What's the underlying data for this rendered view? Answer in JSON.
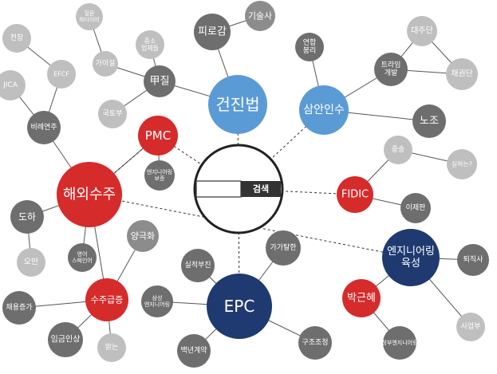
{
  "search": {
    "button_label": "검색",
    "value": ""
  },
  "colors": {
    "red": "#d62b2b",
    "dark_blue": "#1f3a70",
    "light_blue": "#5b9bd5",
    "dark_gray": "#6e6e6e",
    "mid_gray": "#8c8c8c",
    "light_gray": "#bfbfbf"
  },
  "nodes": [
    {
      "id": "geonjinbeop",
      "label": "건진법"
    },
    {
      "id": "samaninsu",
      "label": "삼안인수"
    },
    {
      "id": "pmc",
      "label": "PMC"
    },
    {
      "id": "haeoesuju",
      "label": "해외수주"
    },
    {
      "id": "fidic",
      "label": "FIDIC"
    },
    {
      "id": "epc",
      "label": "EPC"
    },
    {
      "id": "engineer",
      "label": "엔지니어링\n육성"
    },
    {
      "id": "sujugeupjeung",
      "label": "수주급증"
    },
    {
      "id": "bakgeunhye",
      "label": "박근혜"
    },
    {
      "id": "gapjil",
      "label": "甲질"
    },
    {
      "id": "piroshim",
      "label": "피로감"
    },
    {
      "id": "gisulsa",
      "label": "기술사"
    },
    {
      "id": "gukto",
      "label": "국토부"
    },
    {
      "id": "gaisul",
      "label": "가이설"
    },
    {
      "id": "jungsogeob",
      "label": "중소\n업체들"
    },
    {
      "id": "heol",
      "label": "헐뜯\n하다이어"
    },
    {
      "id": "yeonhap",
      "label": "연합\n봉리"
    },
    {
      "id": "daejuchan",
      "label": "대주단"
    },
    {
      "id": "teukraeim",
      "label": "트라임\n개발"
    },
    {
      "id": "jaegwonhan",
      "label": "채권단"
    },
    {
      "id": "nojo",
      "label": "노조"
    },
    {
      "id": "jungsong",
      "label": "중송"
    },
    {
      "id": "silhanda",
      "label": "실하는?"
    },
    {
      "id": "ijepan",
      "label": "이제판"
    },
    {
      "id": "jeonjeong",
      "label": "전창"
    },
    {
      "id": "efcf",
      "label": "EFCF"
    },
    {
      "id": "jica",
      "label": "JICA"
    },
    {
      "id": "biryeongyeon",
      "label": "비례연주"
    },
    {
      "id": "doha",
      "label": "도하"
    },
    {
      "id": "owan",
      "label": "오만"
    },
    {
      "id": "yeongeo",
      "label": "영어\n스페인어"
    },
    {
      "id": "yanggukhwa",
      "label": "양극화"
    },
    {
      "id": "chaeyongjeungga",
      "label": "채용증가"
    },
    {
      "id": "imgeuminsang",
      "label": "임금인상"
    },
    {
      "id": "malgeun",
      "label": "맑는"
    },
    {
      "id": "silcheokbujok",
      "label": "실적부진"
    },
    {
      "id": "gageotalhan",
      "label": "가가탈한"
    },
    {
      "id": "samseong",
      "label": "삼성\n엔지니어링"
    },
    {
      "id": "gujojojeong",
      "label": "구조조정"
    },
    {
      "id": "baenggyeyak",
      "label": "백년계약"
    },
    {
      "id": "tuijeonga",
      "label": "퇴직사"
    },
    {
      "id": "sageobu",
      "label": "사업부"
    },
    {
      "id": "jeongbu",
      "label": "정부엔지니어링"
    },
    {
      "id": "engtech",
      "label": "엔지니어링\n보증"
    }
  ]
}
